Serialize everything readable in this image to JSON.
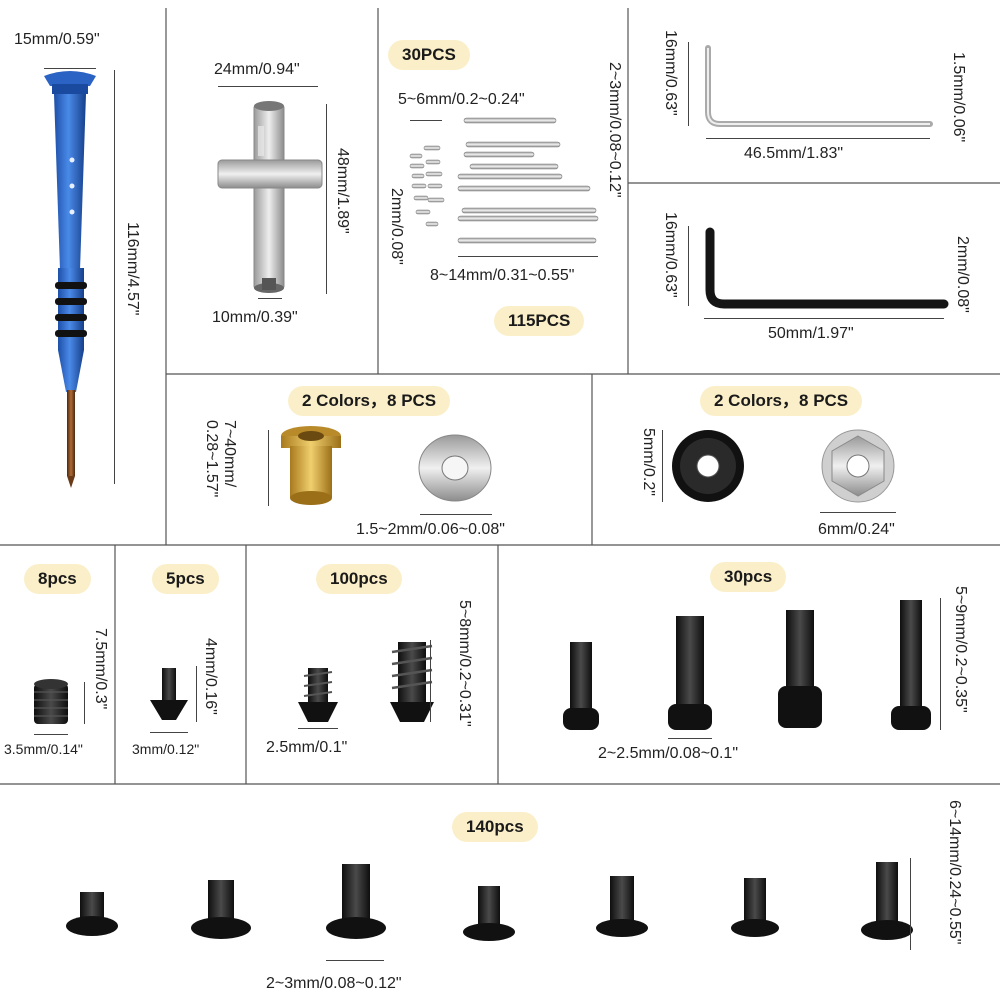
{
  "tools": {
    "screwdriver": {
      "width_label": "15mm/0.59\"",
      "length_label": "116mm/4.57\""
    },
    "cross_wrench": {
      "width_label": "24mm/0.94\"",
      "height_label": "48mm/1.89\"",
      "socket_label": "10mm/0.39\""
    },
    "pins": {
      "qty_top": "30PCS",
      "qty_bottom": "115PCS",
      "short_length": "5~6mm/0.2~0.24\"",
      "diameter": "2mm/0.08\"",
      "long_diameter": "2~3mm/0.08~0.12\"",
      "long_length": "8~14mm/0.31~0.55\""
    },
    "hex_key_small": {
      "height_label": "16mm/0.63\"",
      "length_label": "46.5mm/1.83\"",
      "size_label": "1.5mm/0.06\""
    },
    "hex_key_large": {
      "height_label": "16mm/0.63\"",
      "length_label": "50mm/1.97\"",
      "size_label": "2mm/0.08\""
    }
  },
  "bushings": {
    "qty": "2 Colors，8 PCS",
    "length_label": "7~40mm/ 0.28~1.57\"",
    "size_label": "1.5~2mm/0.06~0.08\""
  },
  "nuts": {
    "qty": "2 Colors，8 PCS",
    "height_label": "5mm/0.2\"",
    "size_label": "6mm/0.24\""
  },
  "set_screws": {
    "qty": "8pcs",
    "length_label": "7.5mm/0.3\"",
    "size_label": "3.5mm/0.14\""
  },
  "flat_screws": {
    "qty": "5pcs",
    "length_label": "4mm/0.16\"",
    "size_label": "3mm/0.12\""
  },
  "self_tap_screws": {
    "qty": "100pcs",
    "length_label": "5~8mm/0.2~0.31\"",
    "size_label": "2.5mm/0.1\""
  },
  "cap_screws": {
    "qty": "30pcs",
    "length_label": "5~9mm/0.2~0.35\"",
    "size_label": "2~2.5mm/0.08~0.1\""
  },
  "button_screws": {
    "qty": "140pcs",
    "length_label": "6~14mm/0.24~0.55\"",
    "size_label": "2~3mm/0.08~0.12\""
  },
  "colors": {
    "badge_bg": "#fbefc9",
    "screwdriver_blue": "#2f6fd0",
    "brass": "#d4a53a",
    "steel": "#c8c8c8",
    "black_hw": "#1c1c1c"
  }
}
